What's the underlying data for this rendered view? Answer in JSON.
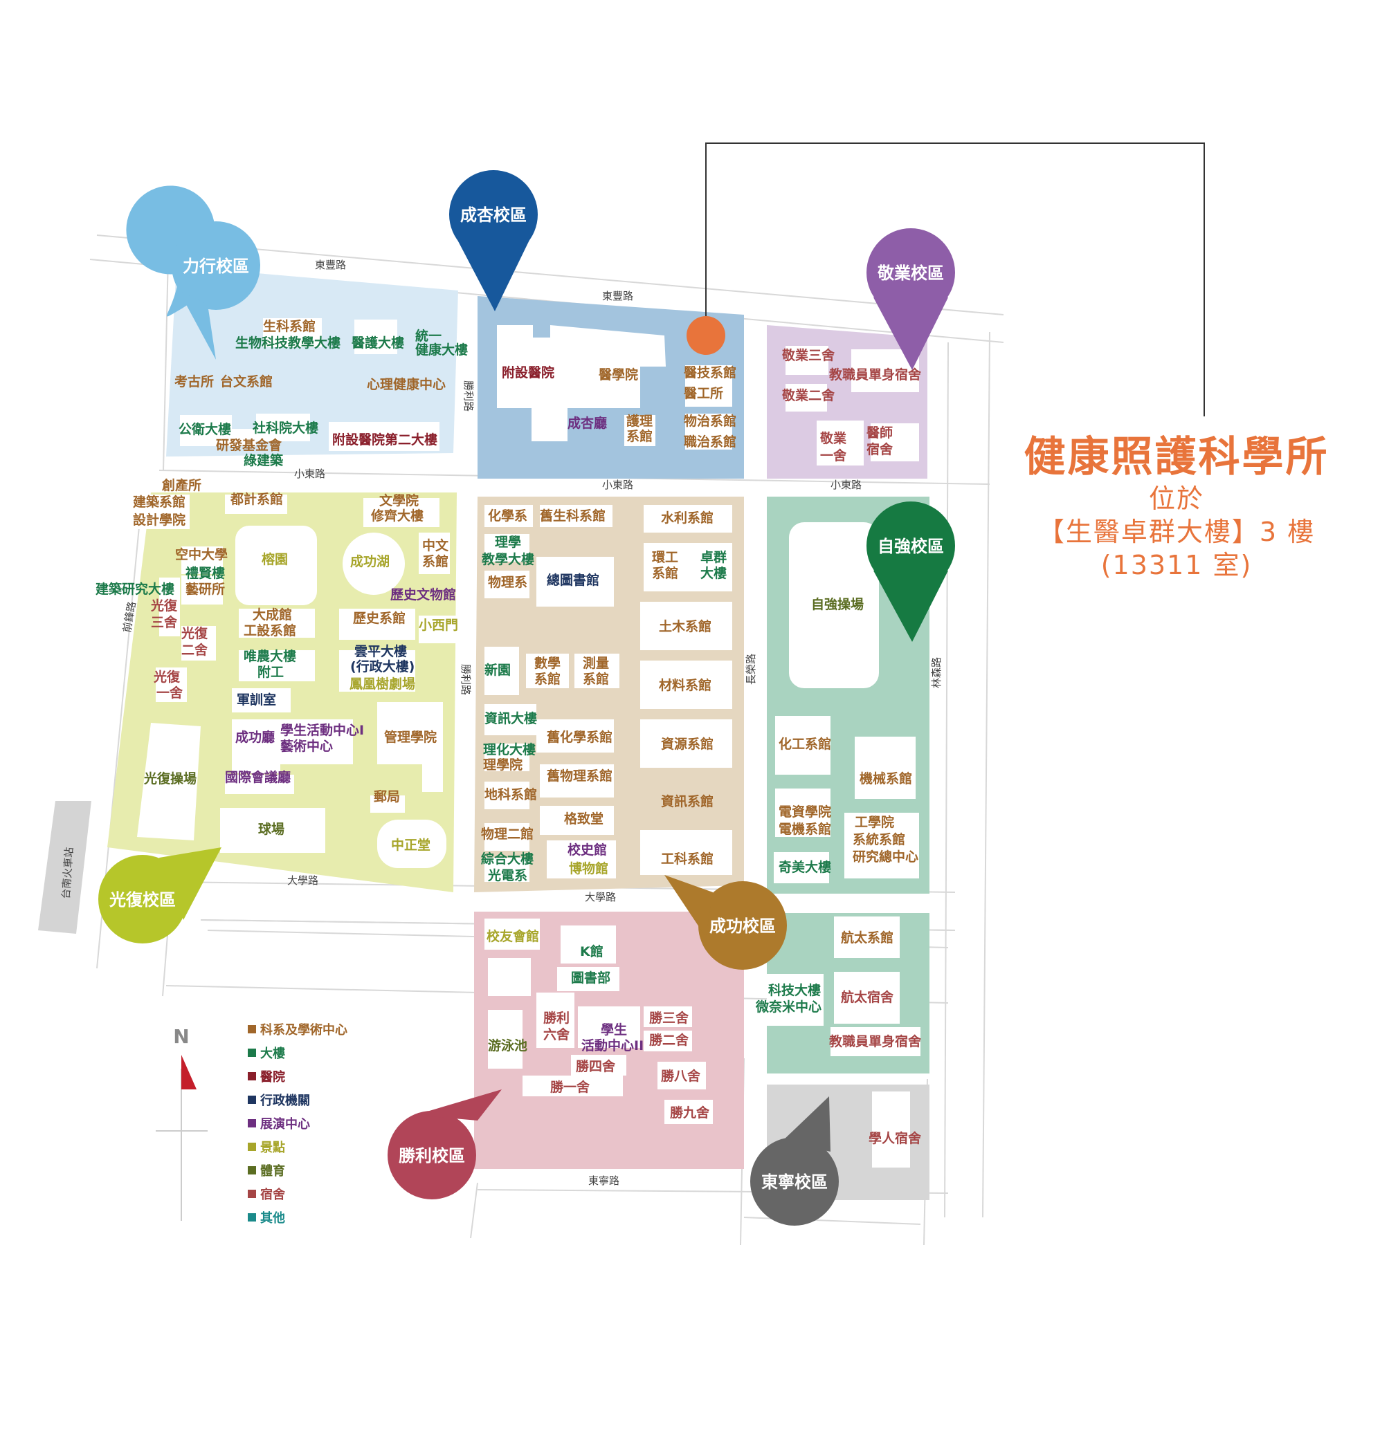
{
  "info": {
    "title": "健康照護科學所",
    "line1": "位於",
    "line2": "【生醫卓群大樓】3 樓",
    "line3": "(13311 室)",
    "accent_color": "#e8743b"
  },
  "campuses": [
    {
      "name": "力行校區",
      "color": "#78bde3"
    },
    {
      "name": "成杏校區",
      "color": "#17589c"
    },
    {
      "name": "敬業校區",
      "color": "#8e5ea8"
    },
    {
      "name": "自強校區",
      "color": "#167a42"
    },
    {
      "name": "光復校區",
      "color": "#b6c62a"
    },
    {
      "name": "成功校區",
      "color": "#ad7a2c"
    },
    {
      "name": "勝利校區",
      "color": "#b14558"
    },
    {
      "name": "東寧校區",
      "color": "#666666"
    }
  ],
  "roads": [
    "東豐路",
    "東豐路",
    "小東路",
    "小東路",
    "小東路",
    "勝利路",
    "勝利路",
    "前鋒路",
    "長榮路",
    "林森路",
    "大學路",
    "大學路",
    "東寧路",
    "台南火車站"
  ],
  "buildings": [
    "生科系館",
    "生物科技教學大樓",
    "醫護大樓",
    "統一",
    "健康大樓",
    "考古所",
    "台文系館",
    "心理健康中心",
    "公衛大樓",
    "社科院大樓",
    "研發基金會",
    "綠建築",
    "附設醫院第二大樓",
    "附設醫院",
    "醫學院",
    "成杏廳",
    "護理",
    "系館",
    "醫技系館",
    "醫工所",
    "物治系館",
    "職治系館",
    "敬業三舍",
    "教職員單身宿舍",
    "敬業二舍",
    "敬業",
    "一舍",
    "醫師",
    "宿舍",
    "創產所",
    "建築系館",
    "設計學院",
    "都計系館",
    "文學院",
    "修齊大樓",
    "空中大學",
    "榕園",
    "成功湖",
    "中文",
    "系館",
    "禮賢樓",
    "藝研所",
    "建築研究大樓",
    "光復",
    "三舍",
    "光復",
    "二舍",
    "大成館",
    "工設系館",
    "歷史系館",
    "歷史文物館",
    "小西門",
    "唯農大樓",
    "附工",
    "雲平大樓",
    "(行政大樓)",
    "鳳凰樹劇場",
    "光復",
    "一舍",
    "軍訓室",
    "成功廳",
    "學生活動中心I",
    "藝術中心",
    "管理學院",
    "光復操場",
    "國際會議廳",
    "郵局",
    "球場",
    "中正堂",
    "化學系",
    "舊生科系館",
    "理學",
    "教學大樓",
    "物理系",
    "總圖書館",
    "水利系館",
    "環工",
    "系館",
    "卓群",
    "大樓",
    "土木系館",
    "新園",
    "數學",
    "系館",
    "測量",
    "系館",
    "材料系館",
    "資訊大樓",
    "理化大樓",
    "理學院",
    "舊化學系館",
    "資源系館",
    "地科系館",
    "舊物理系館",
    "資訊系館",
    "格致堂",
    "物理二館",
    "綜合大樓",
    "光電系",
    "校史館",
    "博物館",
    "工科系館",
    "自強操場",
    "化工系館",
    "機械系館",
    "電資學院",
    "電機系館",
    "工學院",
    "系統系館",
    "研究總中心",
    "奇美大樓",
    "校友會館",
    "K館",
    "圖書部",
    "游泳池",
    "勝利",
    "六舍",
    "學生",
    "活動中心II",
    "勝三舍",
    "勝二舍",
    "勝四舍",
    "勝八舍",
    "勝一舍",
    "勝九舍",
    "航太系館",
    "科技大樓",
    "微奈米中心",
    "航太宿舍",
    "教職員單身宿舍",
    "學人宿舍"
  ],
  "legend": [
    {
      "label": "科系及學術中心",
      "color": "#a0662a"
    },
    {
      "label": "大樓",
      "color": "#1c7a4a"
    },
    {
      "label": "醫院",
      "color": "#8a1f2b"
    },
    {
      "label": "行政機關",
      "color": "#1e3560"
    },
    {
      "label": "展演中心",
      "color": "#6d2f80"
    },
    {
      "label": "景點",
      "color": "#a7a52a"
    },
    {
      "label": "體育",
      "color": "#5b6d22"
    },
    {
      "label": "宿舍",
      "color": "#a54545"
    },
    {
      "label": "其他",
      "color": "#1a8a8a"
    }
  ],
  "north": "N",
  "marker_color": "#e8743b"
}
